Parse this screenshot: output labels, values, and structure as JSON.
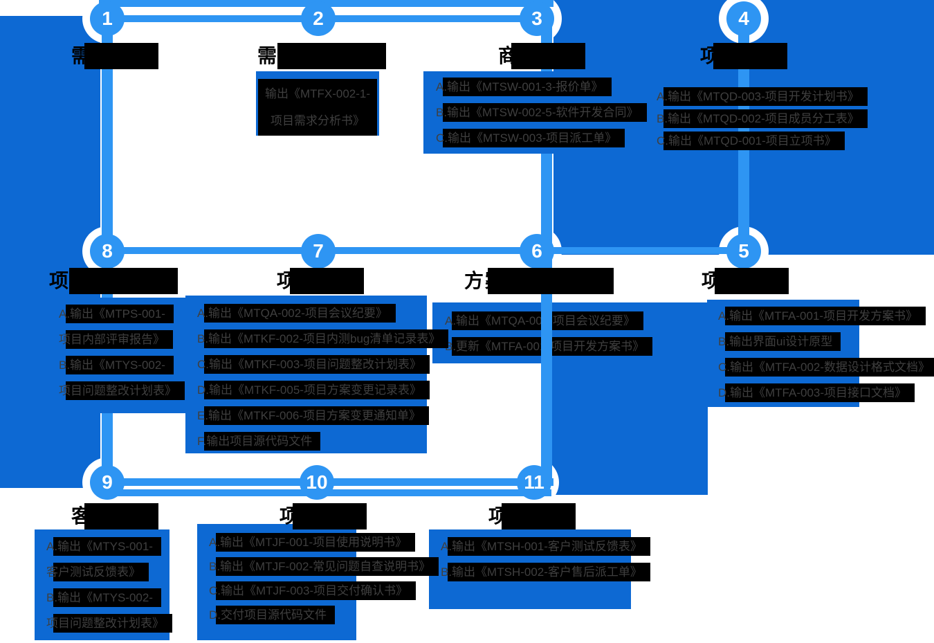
{
  "palette": {
    "path_blue": "#2e95f3",
    "panel_blue": "#0d69d3",
    "highlight_black": "#000000",
    "item_text_grey": "#3f3f3f",
    "step_number_white": "#ffffff",
    "title_black": "#000000"
  },
  "sections": [
    {
      "step": "1",
      "title": "需求接入",
      "lines": []
    },
    {
      "step": "2",
      "title": "需求评估分析",
      "lines": [
        "输出《MTFX-002-1-",
        "项目需求分析书》"
      ]
    },
    {
      "step": "3",
      "title": "商务谈判",
      "lines": [
        "A.输出《MTSW-001-3-报价单》",
        "B.输出《MTSW-002-5-软件开发合同》",
        "C.输出《MTSW-003-项目派工单》"
      ]
    },
    {
      "step": "4",
      "title": "项目启动",
      "lines": [
        "A.输出《MTQD-003-项目开发计划书》",
        "B.输出《MTQD-002-项目成员分工表》",
        "C.输出《MTQD-001-项目立项书》"
      ]
    },
    {
      "step": "5",
      "title": "项目方案",
      "lines": [
        "A.输出《MTFA-001-项目开发方案书》",
        "B.输出界面ui设计原型",
        "C.输出《MTFA-002-数据设计格式文档》",
        "D.输出《MTFA-003-项目接口文档》"
      ]
    },
    {
      "step": "6",
      "title": "方案评审、确认",
      "lines": [
        "A.输出《MTQA-002-项目会议纪要》",
        "B.更新《MTFA-001-项目开发方案书》"
      ]
    },
    {
      "step": "7",
      "title": "项目开发",
      "lines": [
        "A.输出《MTQA-002-项目会议纪要》",
        "B.输出《MTKF-002-项目内测bug清单记录表》",
        "C.输出《MTKF-003-项目问题整改计划表》",
        "D.输出《MTKF-005-项目方案变更记录表》",
        "E.输出《MTKF-006-项目方案变更通知单》",
        "F.输出项目源代码文件"
      ]
    },
    {
      "step": "8",
      "title": "项目内部评审",
      "lines": [
        "A.输出《MTPS-001-",
        "项目内部评审报告》",
        "B.输出《MTYS-002-",
        "项目问题整改计划表》"
      ]
    },
    {
      "step": "9",
      "title": "客户验收",
      "lines": [
        "A.输出《MTYS-001-",
        "客户测试反馈表》",
        "B.输出《MTYS-002-",
        "项目问题整改计划表》"
      ]
    },
    {
      "step": "10",
      "title": "项目交付",
      "lines": [
        "A.输出《MTJF-001-项目使用说明书》",
        "B.输出《MTJF-002-常见问题自查说明书》",
        "C.输出《MTJF-003-项目交付确认书》",
        "D.交付项目源代码文件"
      ]
    },
    {
      "step": "11",
      "title": "项目售后",
      "lines": [
        "A.输出《MTSH-001-客户测试反馈表》",
        "B.输出《MTSH-002-客户售后派工单》"
      ]
    }
  ]
}
